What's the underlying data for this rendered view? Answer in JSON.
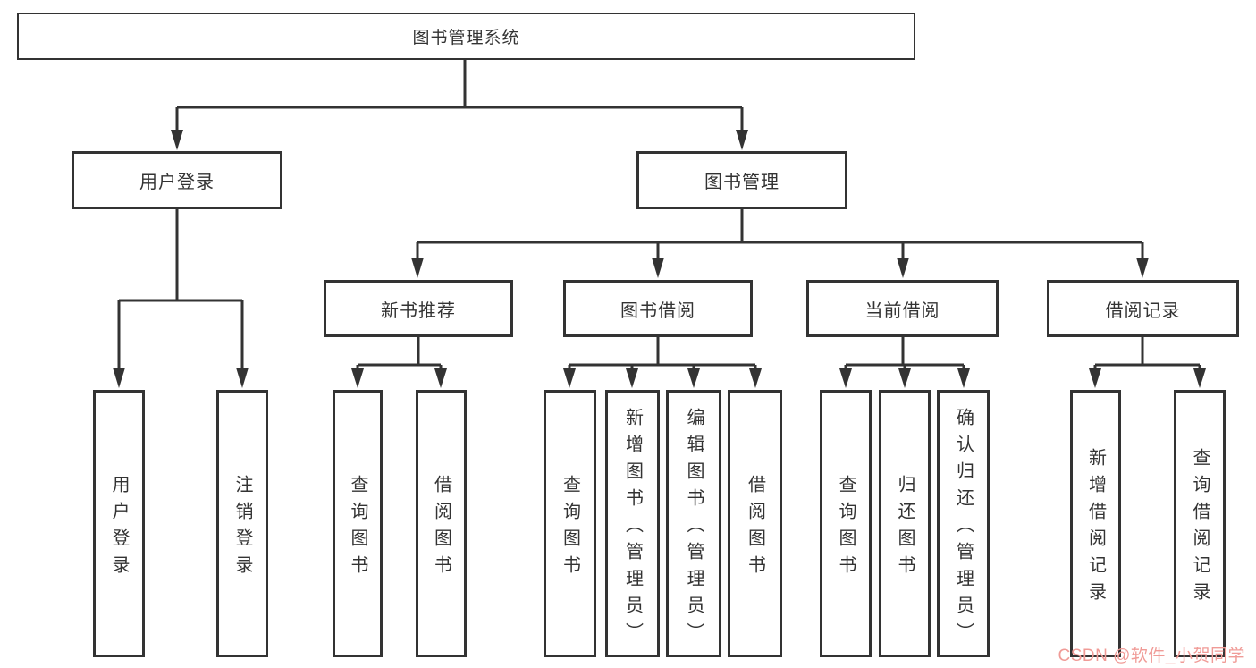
{
  "diagram_title": "图书管理系统",
  "nodes": {
    "root": {
      "label": "图书管理系统"
    },
    "level2": [
      {
        "label": "用户登录"
      },
      {
        "label": "图书管理"
      }
    ],
    "level3": [
      {
        "label": "新书推荐",
        "parent": "图书管理"
      },
      {
        "label": "图书借阅",
        "parent": "图书管理"
      },
      {
        "label": "当前借阅",
        "parent": "图书管理"
      },
      {
        "label": "借阅记录",
        "parent": "图书管理"
      }
    ],
    "leaves": [
      {
        "label": "用户登录",
        "parent": "用户登录"
      },
      {
        "label": "注销登录",
        "parent": "用户登录"
      },
      {
        "label": "查询图书",
        "parent": "新书推荐"
      },
      {
        "label": "借阅图书",
        "parent": "新书推荐"
      },
      {
        "label": "查询图书",
        "parent": "图书借阅"
      },
      {
        "label": "新增图书（管理员）",
        "parent": "图书借阅"
      },
      {
        "label": "编辑图书（管理员）",
        "parent": "图书借阅"
      },
      {
        "label": "借阅图书",
        "parent": "图书借阅"
      },
      {
        "label": "查询图书",
        "parent": "当前借阅"
      },
      {
        "label": "归还图书",
        "parent": "当前借阅"
      },
      {
        "label": "确认归还（管理员）",
        "parent": "当前借阅"
      },
      {
        "label": "新增借阅记录",
        "parent": "借阅记录"
      },
      {
        "label": "查询借阅记录",
        "parent": "借阅记录"
      }
    ]
  },
  "watermark": {
    "text": "CSDN @软件_小贺同学",
    "color": "#F09B97"
  },
  "colors": {
    "line": "#333333",
    "box_border": "#333333",
    "box_background": "#FFFFFF",
    "page_background": "#FFFFFF"
  }
}
